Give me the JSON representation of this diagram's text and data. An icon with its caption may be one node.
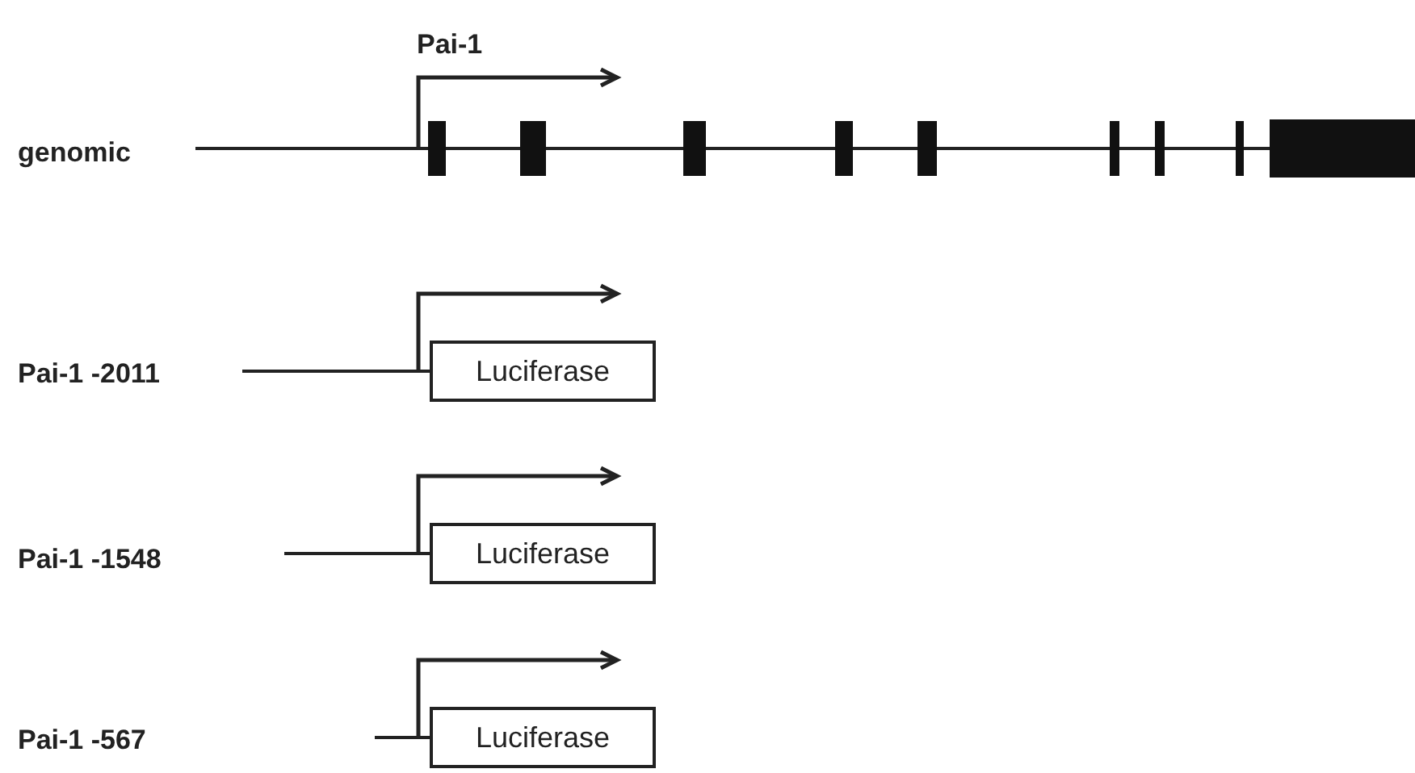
{
  "diagram": {
    "nodes": [
      {
        "text": [
          "Luciferase"
        ]
      },
      {
        "text": [
          "Luciferase"
        ]
      },
      {
        "text": [
          "Luciferase"
        ]
      }
    ],
    "labels": [
      "Pai-1",
      "genomic",
      "Pai-1 -2011",
      "Pai-1 -1548",
      "Pai-1 -567"
    ]
  }
}
